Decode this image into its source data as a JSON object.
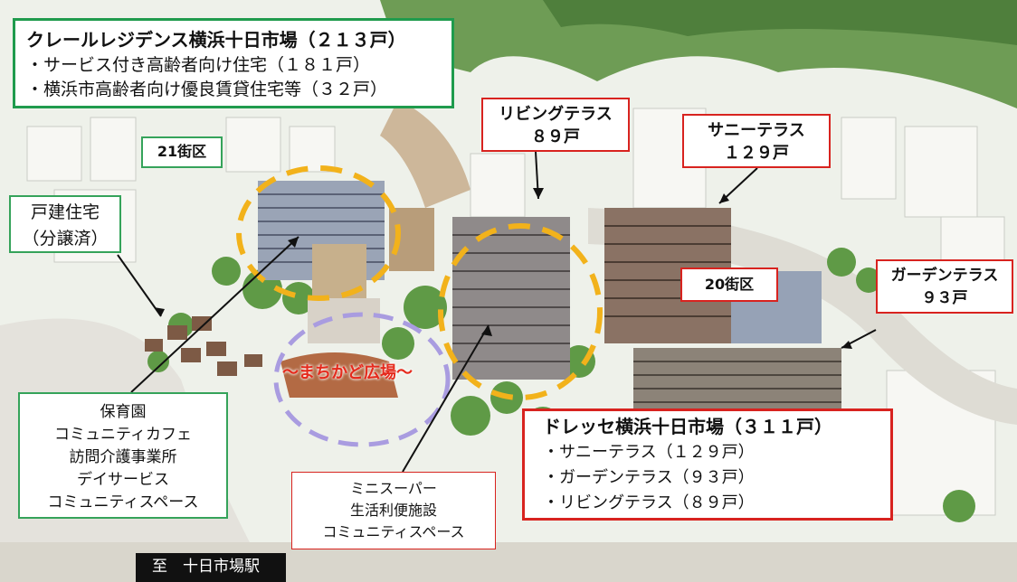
{
  "creal": {
    "title": "クレールレジデンス横浜十日市場（２１３戸）",
    "items": [
      "・サービス付き高齢者向け住宅（１８１戸）",
      "・横浜市高齢者向け優良賃貸住宅等（３２戸）"
    ]
  },
  "block21": "21街区",
  "kodate": {
    "line1": "戸建住宅",
    "line2": "（分譲済）"
  },
  "living": {
    "line1": "リビングテラス",
    "line2": "８９戸"
  },
  "sunny": {
    "line1": "サニーテラス",
    "line2": "１２９戸"
  },
  "block20": "20街区",
  "garden": {
    "line1": "ガーデンテラス",
    "line2": "９３戸"
  },
  "hoiku": {
    "lines": [
      "保育園",
      "コミュニティカフェ",
      "訪問介護事業所",
      "デイサービス",
      "コミュニティスペース"
    ]
  },
  "plaza": "～まちかど広場～",
  "mini": {
    "lines": [
      "ミニスーパー",
      "生活利便施設",
      "コミュニティスペース"
    ]
  },
  "dresse": {
    "title": "ドレッセ横浜十日市場（３１１戸）",
    "items": [
      "・サニーテラス（１２９戸）",
      "・ガーデンテラス（９３戸）",
      "・リビングテラス（８９戸）"
    ]
  },
  "station": "至　十日市場駅",
  "colors": {
    "green_frame": "#1f9b4d",
    "red_frame": "#d8231f",
    "plaza_text": "#e52a1c",
    "highlight_ring": "#f2b21b",
    "plaza_ring": "#a99ce0"
  }
}
